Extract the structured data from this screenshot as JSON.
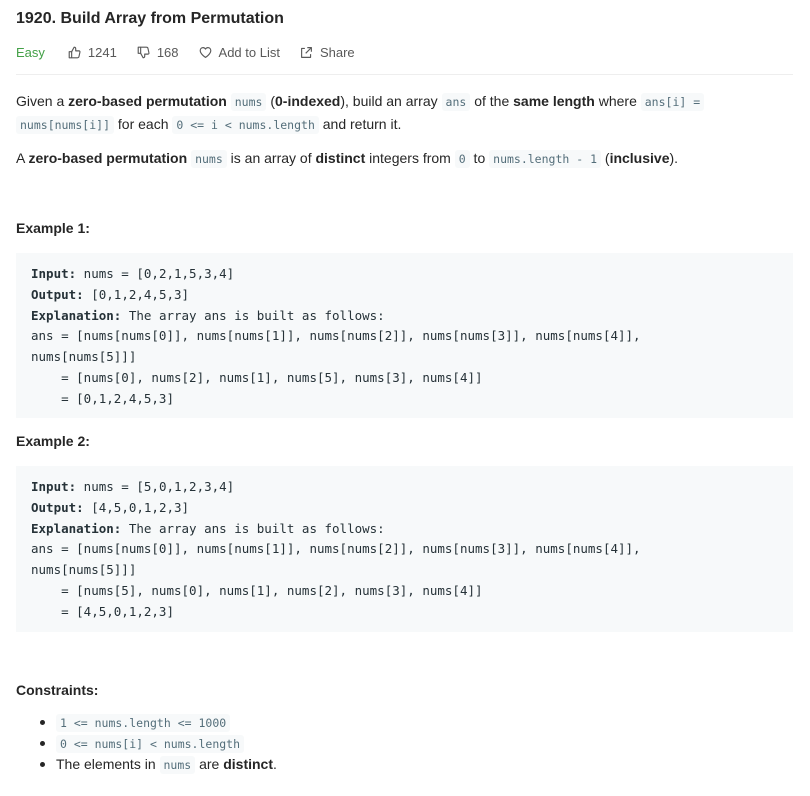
{
  "problem": {
    "title": "1920. Build Array from Permutation",
    "difficulty": "Easy",
    "likes": "1241",
    "dislikes": "168",
    "add_to_list": "Add to List",
    "share": "Share"
  },
  "description": {
    "p1": {
      "t1": "Given a ",
      "b1": "zero-based permutation",
      "t2": " ",
      "c1": "nums",
      "t3": " (",
      "b2": "0-indexed",
      "t4": "), build an array ",
      "c2": "ans",
      "t5": " of the ",
      "b3": "same length",
      "t6": " where ",
      "c3": "ans[i] =",
      "c4": "nums[nums[i]]",
      "t7": " for each ",
      "c5": "0 <= i < nums.length",
      "t8": " and return it."
    },
    "p2": {
      "t1": "A ",
      "b1": "zero-based permutation",
      "t2": " ",
      "c1": "nums",
      "t3": " is an array of ",
      "b2": "distinct",
      "t4": " integers from ",
      "c2": "0",
      "t5": " to ",
      "c3": "nums.length - 1",
      "t6": " (",
      "b3": "inclusive",
      "t7": ")."
    }
  },
  "examples": [
    {
      "heading": "Example 1:",
      "input_label": "Input:",
      "input": " nums = [0,2,1,5,3,4]",
      "output_label": "Output:",
      "output": " [0,1,2,4,5,3]",
      "explanation_label": "Explanation:",
      "explanation": " The array ans is built as follows: ",
      "lines": [
        "ans = [nums[nums[0]], nums[nums[1]], nums[nums[2]], nums[nums[3]], nums[nums[4]],",
        "nums[nums[5]]]",
        "    = [nums[0], nums[2], nums[1], nums[5], nums[3], nums[4]]",
        "    = [0,1,2,4,5,3]"
      ]
    },
    {
      "heading": "Example 2:",
      "input_label": "Input:",
      "input": " nums = [5,0,1,2,3,4]",
      "output_label": "Output:",
      "output": " [4,5,0,1,2,3]",
      "explanation_label": "Explanation:",
      "explanation": " The array ans is built as follows:",
      "lines": [
        "ans = [nums[nums[0]], nums[nums[1]], nums[nums[2]], nums[nums[3]], nums[nums[4]],",
        "nums[nums[5]]]",
        "    = [nums[5], nums[0], nums[1], nums[2], nums[3], nums[4]]",
        "    = [4,5,0,1,2,3]"
      ]
    }
  ],
  "constraints": {
    "heading": "Constraints:",
    "c1": "1 <= nums.length <= 1000",
    "c2": "0 <= nums[i] < nums.length",
    "c3": {
      "t1": "The elements in ",
      "code": "nums",
      "t2": " are ",
      "b": "distinct",
      "t3": "."
    }
  },
  "colors": {
    "difficulty_easy": "#43a047",
    "code_bg": "#f7f9fa",
    "inline_code_text": "#546e7a"
  }
}
